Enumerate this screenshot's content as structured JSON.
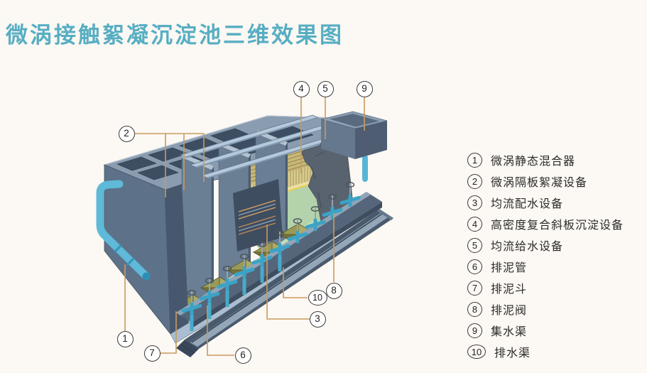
{
  "title": {
    "text": "微涡接触絮凝沉淀池三维效果图"
  },
  "legend": {
    "items": [
      {
        "num": "1",
        "label": "微涡静态混合器"
      },
      {
        "num": "2",
        "label": "微涡隔板絮凝设备"
      },
      {
        "num": "3",
        "label": "均流配水设备"
      },
      {
        "num": "4",
        "label": "高密度复合斜板沉淀设备"
      },
      {
        "num": "5",
        "label": "均流给水设备"
      },
      {
        "num": "6",
        "label": "排泥管"
      },
      {
        "num": "7",
        "label": "排泥斗"
      },
      {
        "num": "8",
        "label": "排泥阀"
      },
      {
        "num": "9",
        "label": "集水渠"
      },
      {
        "num": "10",
        "label": "排水渠"
      }
    ]
  },
  "diagram": {
    "callouts": [
      {
        "num": "1"
      },
      {
        "num": "2"
      },
      {
        "num": "3"
      },
      {
        "num": "4"
      },
      {
        "num": "5"
      },
      {
        "num": "6"
      },
      {
        "num": "7"
      },
      {
        "num": "8"
      },
      {
        "num": "9"
      },
      {
        "num": "10"
      }
    ]
  },
  "colors": {
    "background": "#fcf8f3",
    "title": "#57aec3",
    "leader_line": "#c99a5e",
    "tank_top": "#8a9cb0",
    "tank_body": "#6a7e94",
    "tank_dark": "#47586e",
    "water_green": "#b4d2ab",
    "lamella_tan": "#c9b979",
    "launder": "#b5c9da",
    "pipe_cyan": "#5fb9d8",
    "valve_cyan": "#3ba3c6",
    "hopper_olive": "#9a9a58",
    "callout_stroke": "#3a3a3a",
    "legend_text": "#2b2b2b"
  }
}
